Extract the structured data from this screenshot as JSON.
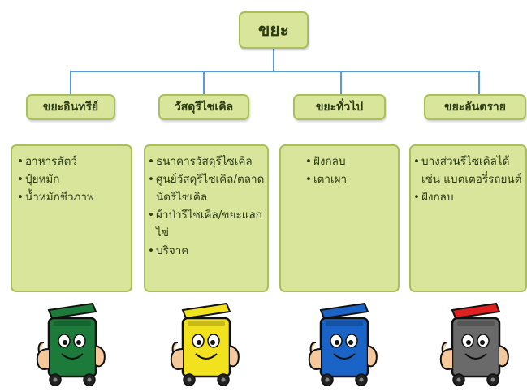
{
  "root": {
    "label": "ขยะ"
  },
  "categories": [
    {
      "label": "ขยะอินทรีย์",
      "items": [
        "อาหารสัตว์",
        "ปุ๋ยหมัก",
        "น้ำหมักชีวภาพ"
      ],
      "bin_color": "#1c7a3a",
      "bin_lid_color": "#1c7a3a"
    },
    {
      "label": "วัสดุรีไซเคิล",
      "items": [
        "ธนาคารวัสดุรีไซเคิล",
        "ศูนย์วัสดุรีไซเคิล/ตลาดนัดรีไซเคิล",
        "ผ้าป่ารีไซเคิล/ขยะแลกไข่",
        "บริจาค"
      ],
      "bin_color": "#f2e21e",
      "bin_lid_color": "#f2e21e"
    },
    {
      "label": "ขยะทั่วไป",
      "items": [
        "ฝังกลบ",
        "เตาเผา"
      ],
      "bin_color": "#1a64c8",
      "bin_lid_color": "#1a64c8"
    },
    {
      "label": "ขยะอันตราย",
      "items": [
        "บางส่วนรีไซเคิลได้ เช่น แบตเตอรี่รถยนต์",
        "ฝังกลบ"
      ],
      "bin_color": "#6a6a6a",
      "bin_lid_color": "#e02020"
    }
  ],
  "colors": {
    "box_fill": "#d9e59a",
    "box_border": "#a9c05a",
    "connector": "#5a9ad8"
  }
}
